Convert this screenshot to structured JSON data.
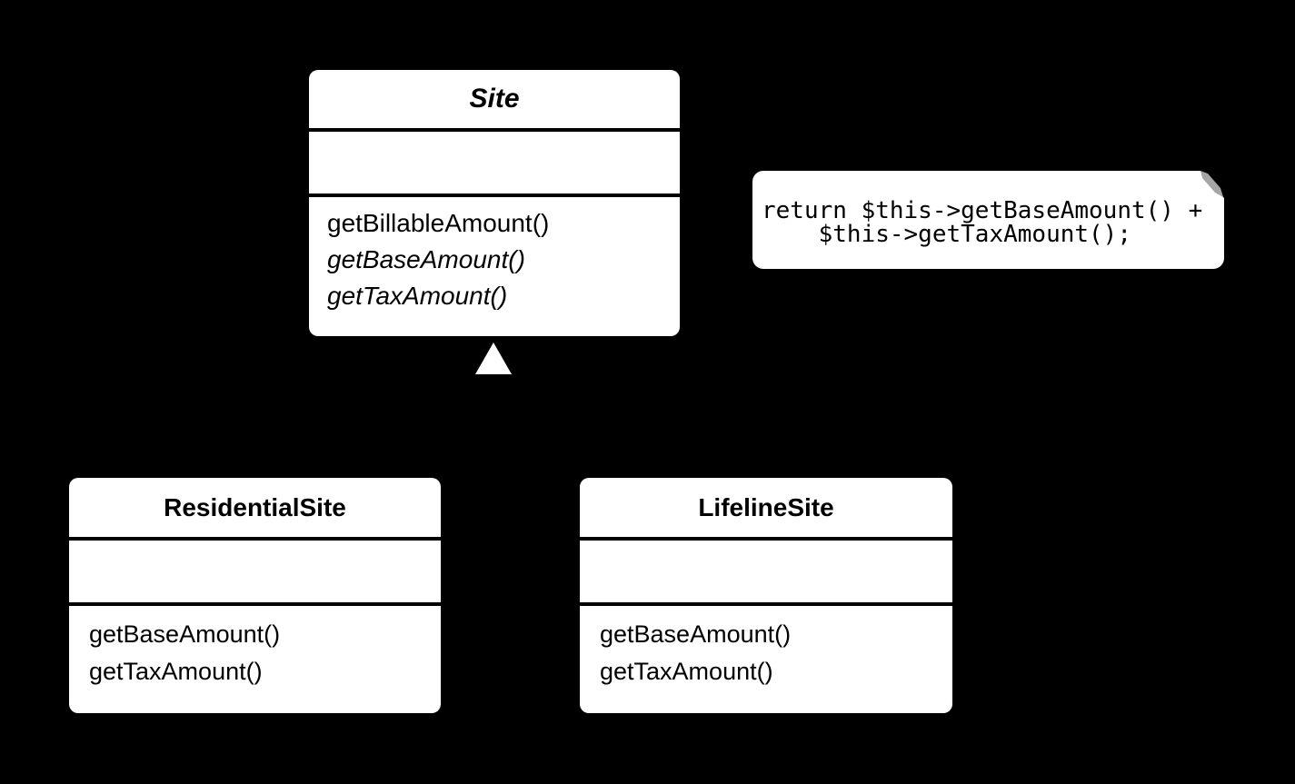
{
  "diagram": {
    "type": "uml-class-diagram",
    "colors": {
      "background": "#000000",
      "box_fill": "#ffffff",
      "box_divider": "#000000",
      "text": "#000000",
      "note_fold": "#a6a6a6",
      "inheritance_arrow": "#ffffff"
    },
    "classes": {
      "site": {
        "title": "Site",
        "abstract": true,
        "attributes": [],
        "methods": [
          {
            "label": "getBillableAmount()",
            "abstract": false
          },
          {
            "label": "getBaseAmount()",
            "abstract": true
          },
          {
            "label": "getTaxAmount()",
            "abstract": true
          }
        ]
      },
      "residential": {
        "title": "ResidentialSite",
        "abstract": false,
        "attributes": [],
        "methods": [
          {
            "label": "getBaseAmount()",
            "abstract": false
          },
          {
            "label": "getTaxAmount()",
            "abstract": false
          }
        ]
      },
      "lifeline": {
        "title": "LifelineSite",
        "abstract": false,
        "attributes": [],
        "methods": [
          {
            "label": "getBaseAmount()",
            "abstract": false
          },
          {
            "label": "getTaxAmount()",
            "abstract": false
          }
        ]
      }
    },
    "relationships": [
      {
        "kind": "generalization",
        "from": [
          "ResidentialSite",
          "LifelineSite"
        ],
        "to": "Site"
      },
      {
        "kind": "note-attachment",
        "from": "note",
        "to": "Site.getBillableAmount()"
      }
    ],
    "note": {
      "line1": "return $this->getBaseAmount() +",
      "line2": "    $this->getTaxAmount();"
    }
  }
}
